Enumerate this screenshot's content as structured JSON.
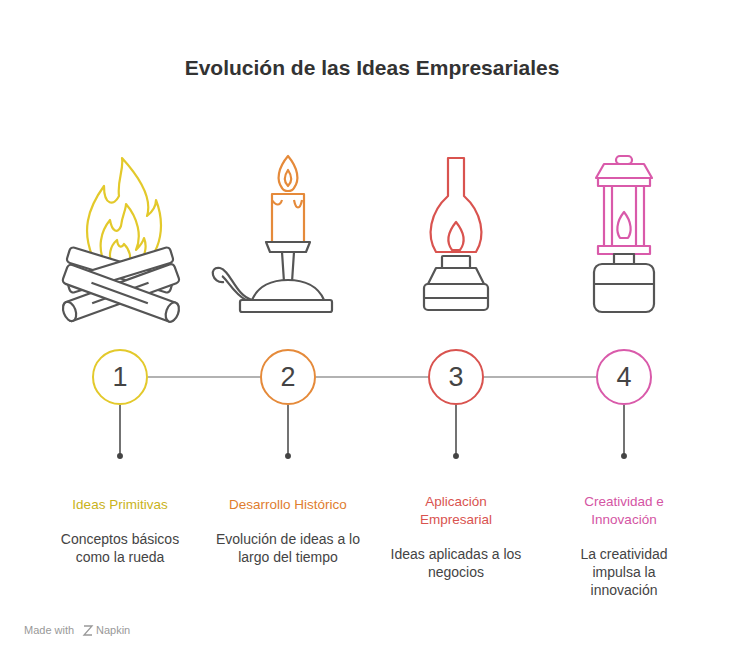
{
  "diagram": {
    "title": "Evolución de las Ideas Empresariales",
    "nodes": [
      {
        "text": [
          "1"
        ]
      },
      {
        "text": [
          "2"
        ]
      },
      {
        "text": [
          "3"
        ]
      },
      {
        "text": [
          "4"
        ]
      }
    ],
    "edges": [
      {
        "from": 0,
        "to": 1,
        "arrow": "none"
      },
      {
        "from": 1,
        "to": 2,
        "arrow": "none"
      },
      {
        "from": 2,
        "to": 3,
        "arrow": "none"
      }
    ],
    "labels": [
      "Ideas Primitivas",
      "Conceptos básicos como la rueda",
      "Desarrollo Histórico",
      "Evolución de ideas a lo largo del tiempo",
      "Aplicación Empresarial",
      "Ideas aplicadas a los negocios",
      "Creatividad e Innovación",
      "La creatividad impulsa la innovación",
      "Made with",
      "Napkin"
    ]
  }
}
